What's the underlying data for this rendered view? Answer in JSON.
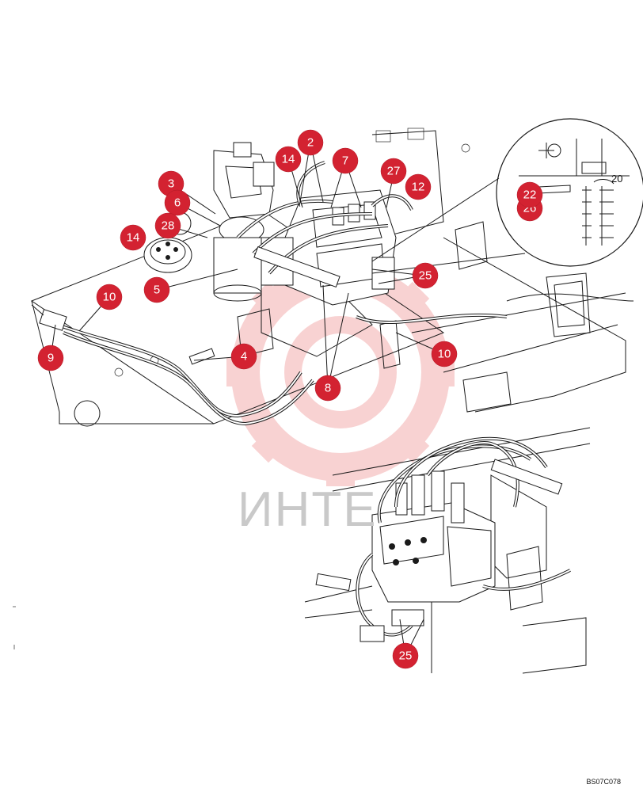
{
  "watermark": {
    "text": "ИНТЕ",
    "color": "#f4b3b3"
  },
  "drawing_code": "BS07C078",
  "callout_color": "#d32231",
  "callouts_main": [
    "2",
    "14",
    "7",
    "27",
    "12",
    "3",
    "6",
    "28",
    "14",
    "5",
    "25",
    "10",
    "9",
    "4",
    "8",
    "10"
  ],
  "callouts_inset": [
    "22",
    "26"
  ],
  "inset_label": "20",
  "callouts_lower": [
    "25"
  ]
}
